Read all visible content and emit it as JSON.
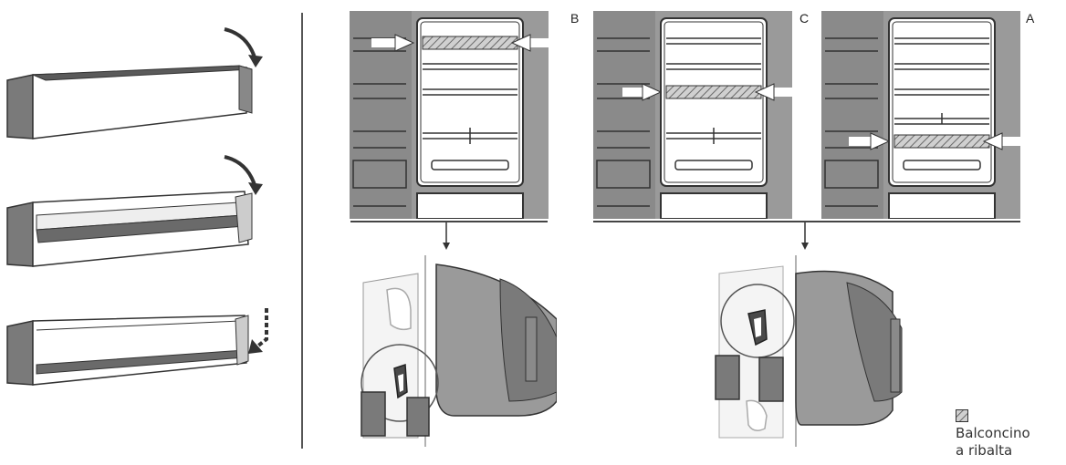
{
  "panels": {
    "b": {
      "label": "B"
    },
    "c": {
      "label": "C"
    },
    "a": {
      "label": "A"
    }
  },
  "legend": {
    "line1": "Balconcino",
    "line2": "a ribalta"
  },
  "colors": {
    "grey_bg": "#9a9a9a",
    "dark": "#3a3a3a",
    "line": "#333333",
    "white": "#ffffff",
    "hatch": "#8a8a8a"
  }
}
